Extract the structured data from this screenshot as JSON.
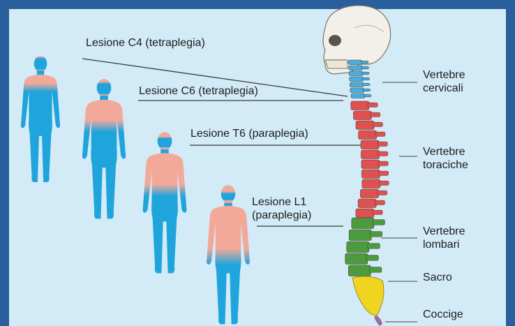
{
  "colors": {
    "frame": "#2a5f9e",
    "background": "#d3ebf7",
    "body_blue": "#1fa4dc",
    "skin": "#f3a99a",
    "cervical": "#4aaee0",
    "thoracic": "#e05050",
    "lumbar": "#4c9b3e",
    "sacrum": "#f0d420",
    "skull": "#f2f0e8"
  },
  "lesions": [
    {
      "label": "Lesione C4 (tetraplegia)"
    },
    {
      "label": "Lesione C6 (tetraplegia)"
    },
    {
      "label": "Lesione T6 (paraplegia)"
    },
    {
      "label_line1": "Lesione L1",
      "label_line2": "(paraplegia)"
    }
  ],
  "regions": [
    {
      "line1": "Vertebre",
      "line2": "cervicali"
    },
    {
      "line1": "Vertebre",
      "line2": "toraciche"
    },
    {
      "line1": "Vertebre",
      "line2": "lombari"
    },
    {
      "line1": "Sacro"
    },
    {
      "line1": "Coccige"
    }
  ]
}
